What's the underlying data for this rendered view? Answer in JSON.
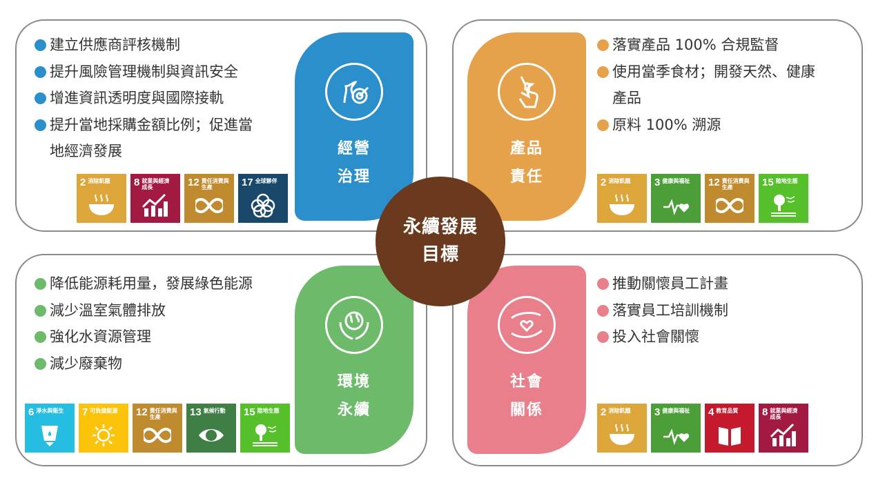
{
  "center": {
    "line1": "永續發展",
    "line2": "目標"
  },
  "quadrants": [
    {
      "id": "governance",
      "color": "#2a8fca",
      "icon": "horse-target-icon",
      "label1": "經營",
      "label2": "治理",
      "items": [
        "建立供應商評核機制",
        "提升風險管理機制與資訊安全",
        "增進資訊透明度與國際接軌",
        "提升當地採購金額比例；促進當",
        "地經濟發展"
      ],
      "sdgs": [
        {
          "n": "2",
          "t": "消除飢餓",
          "c": "#dda63a",
          "icon": "bowl-icon"
        },
        {
          "n": "8",
          "t": "就業與經濟成長",
          "c": "#a21942",
          "icon": "growth-chart-icon"
        },
        {
          "n": "12",
          "t": "責任消費與生產",
          "c": "#bf8b2e",
          "icon": "infinity-icon"
        },
        {
          "n": "17",
          "t": "全球夥伴",
          "c": "#19486a",
          "icon": "partnership-rings-icon"
        }
      ]
    },
    {
      "id": "product",
      "color": "#e5a24a",
      "icon": "star-hand-icon",
      "label1": "產品",
      "label2": "責任",
      "items": [
        "落實產品 100% 合規監督",
        "使用當季食材；開發天然、健康",
        "產品",
        "原料 100% 溯源"
      ],
      "sdgs": [
        {
          "n": "2",
          "t": "消除飢餓",
          "c": "#dda63a",
          "icon": "bowl-icon"
        },
        {
          "n": "3",
          "t": "健康與福祉",
          "c": "#4c9f38",
          "icon": "heartbeat-icon"
        },
        {
          "n": "12",
          "t": "責任消費與生產",
          "c": "#bf8b2e",
          "icon": "infinity-icon"
        },
        {
          "n": "15",
          "t": "陸地生態",
          "c": "#56c02b",
          "icon": "tree-icon"
        }
      ]
    },
    {
      "id": "environment",
      "color": "#6cba6a",
      "icon": "globe-hands-icon",
      "label1": "環境",
      "label2": "永續",
      "items": [
        "降低能源耗用量，發展綠色能源",
        "減少溫室氣體排放",
        "強化水資源管理",
        "減少廢棄物"
      ],
      "sdgs": [
        {
          "n": "6",
          "t": "淨水與衛生",
          "c": "#26bde2",
          "icon": "water-icon"
        },
        {
          "n": "7",
          "t": "可負擔能源",
          "c": "#fcc30b",
          "icon": "sun-power-icon"
        },
        {
          "n": "12",
          "t": "責任消費與生產",
          "c": "#bf8b2e",
          "icon": "infinity-icon"
        },
        {
          "n": "13",
          "t": "氣候行動",
          "c": "#3f7e44",
          "icon": "eye-globe-icon"
        },
        {
          "n": "15",
          "t": "陸地生態",
          "c": "#56c02b",
          "icon": "tree-icon"
        }
      ]
    },
    {
      "id": "social",
      "color": "#e87f8a",
      "icon": "heart-hands-icon",
      "label1": "社會",
      "label2": "關係",
      "items": [
        "推動關懷員工計畫",
        "落實員工培訓機制",
        "投入社會關懷"
      ],
      "sdgs": [
        {
          "n": "2",
          "t": "消除飢餓",
          "c": "#dda63a",
          "icon": "bowl-icon"
        },
        {
          "n": "3",
          "t": "健康與福祉",
          "c": "#4c9f38",
          "icon": "heartbeat-icon"
        },
        {
          "n": "4",
          "t": "教育品質",
          "c": "#c5192d",
          "icon": "book-icon"
        },
        {
          "n": "8",
          "t": "就業與經濟成長",
          "c": "#a21942",
          "icon": "growth-chart-icon"
        }
      ]
    }
  ]
}
